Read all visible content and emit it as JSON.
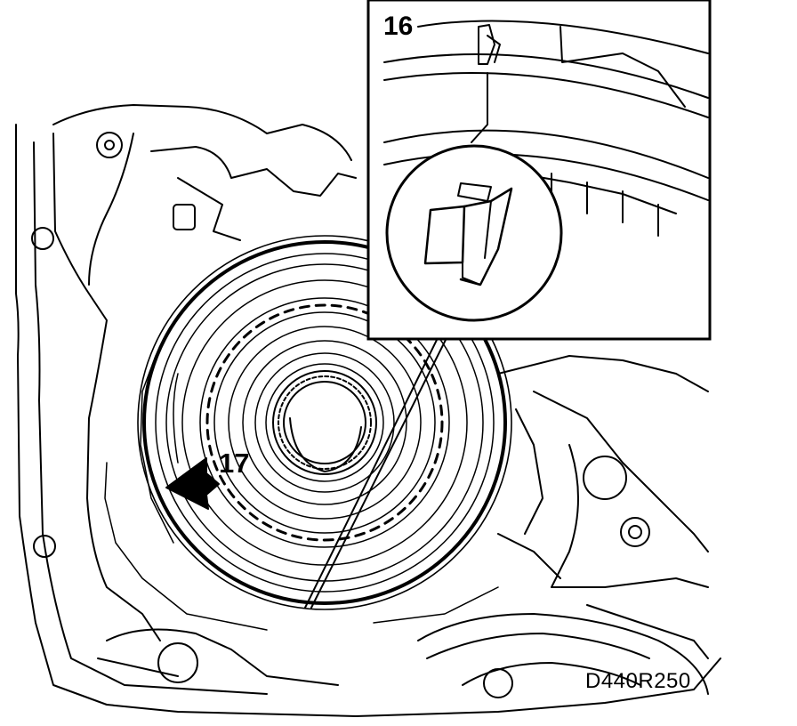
{
  "labels": {
    "part_16": "16",
    "part_17": "17",
    "figure_code": "D440R250"
  },
  "colors": {
    "ink": "#000000",
    "paper": "#ffffff"
  }
}
